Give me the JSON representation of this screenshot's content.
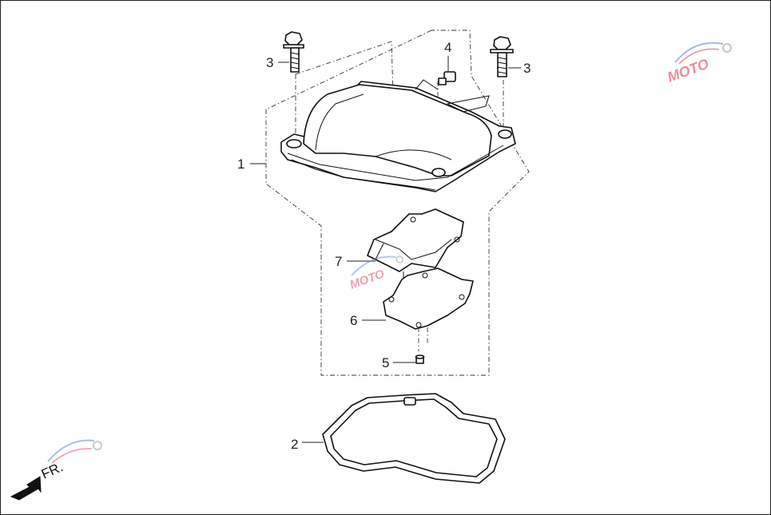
{
  "callouts": [
    {
      "id": "1",
      "label": "1"
    },
    {
      "id": "2",
      "label": "2"
    },
    {
      "id": "3a",
      "label": "3"
    },
    {
      "id": "3b",
      "label": "3"
    },
    {
      "id": "4",
      "label": "4"
    },
    {
      "id": "5",
      "label": "5"
    },
    {
      "id": "6",
      "label": "6"
    },
    {
      "id": "7",
      "label": "7"
    }
  ],
  "direction": {
    "label": "FR.",
    "icon": "front-arrow-icon"
  },
  "watermark": {
    "text": "MOTO",
    "icon": "moto-watermark-logo"
  },
  "colors": {
    "line": "#111111",
    "watermark_red": "#e0304a",
    "watermark_blue": "#5a7fd0"
  }
}
